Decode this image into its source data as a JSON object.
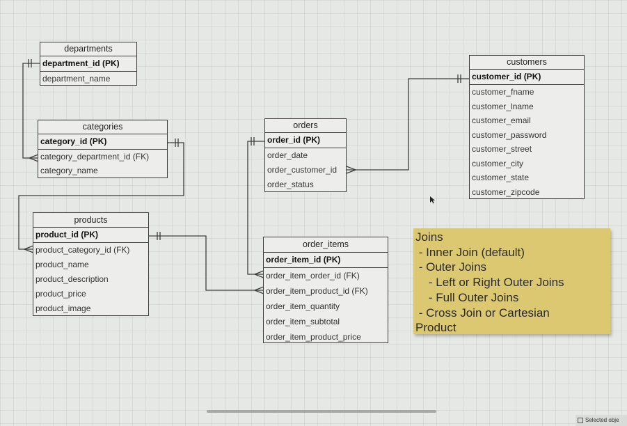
{
  "entities": {
    "departments": {
      "title": "departments",
      "pk": "department_id (PK)",
      "fields": [
        "department_name"
      ]
    },
    "categories": {
      "title": "categories",
      "pk": "category_id (PK)",
      "fields": [
        "category_department_id (FK)",
        "category_name"
      ]
    },
    "products": {
      "title": "products",
      "pk": "product_id (PK)",
      "fields": [
        "product_category_id (FK)",
        "product_name",
        "product_description",
        "product_price",
        "product_image"
      ]
    },
    "orders": {
      "title": "orders",
      "pk": "order_id (PK)",
      "fields": [
        "order_date",
        "order_customer_id",
        "order_status"
      ]
    },
    "order_items": {
      "title": "order_items",
      "pk": "order_item_id (PK)",
      "fields": [
        "order_item_order_id (FK)",
        "order_item_product_id (FK)",
        "order_item_quantity",
        "order_item_subtotal",
        "order_item_product_price"
      ]
    },
    "customers": {
      "title": "customers",
      "pk": "customer_id (PK)",
      "fields": [
        "customer_fname",
        "customer_lname",
        "customer_email",
        "customer_password",
        "customer_street",
        "customer_city",
        "customer_state",
        "customer_zipcode"
      ]
    }
  },
  "note": {
    "lines": [
      "Joins",
      " - Inner Join (default)",
      " - Outer Joins",
      "    - Left or Right Outer Joins",
      "    - Full Outer Joins",
      " - Cross Join or Cartesian",
      "Product"
    ]
  },
  "status": {
    "text": "Selected obje"
  },
  "colors": {
    "line": "#3d3d3d",
    "note": "#dcc870",
    "background": "#e6e8e5"
  }
}
